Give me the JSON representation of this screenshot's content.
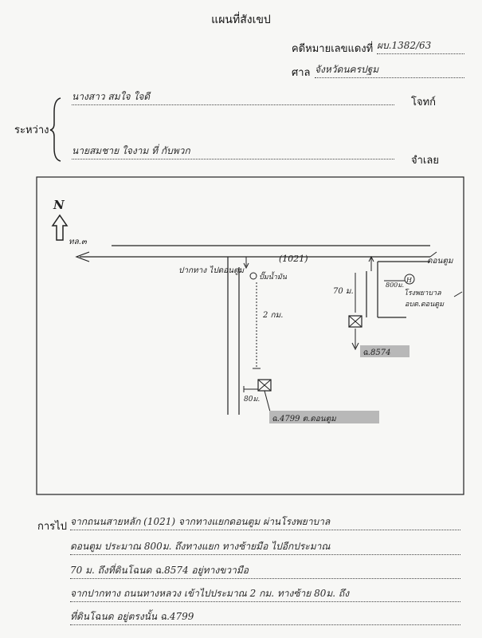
{
  "header": {
    "title": "แผนที่สังเขป",
    "case_label": "คดีหมายเลขแดงที่",
    "case_value": "ผบ.1382/63",
    "court_label": "ศาล",
    "court_value": "จังหวัดนครปฐม"
  },
  "parties": {
    "between_label": "ระหว่าง",
    "plaintiff_value": "นางสาว สมใจ ใจดี",
    "plaintiff_label": "โจทก์",
    "defendant_value": "นายสมชาย ใจงาม ที่ กับพวก",
    "defendant_label": "จำเลย"
  },
  "map": {
    "north": "N",
    "road_sign": "ทล.๓",
    "road_number": "(1021)",
    "left_corner": "ปากทาง ไปดอนตูม",
    "gas_station": "ปั๊มน้ำมัน",
    "dist_2km": "2 กม.",
    "dist_70m": "70 ม.",
    "dist_800m": "800ม.",
    "dist_80m": "80ม.",
    "right_top": "ดอนตูม",
    "hospital": "โรงพยาบาล",
    "office": "อบต.ดอนตูม",
    "plot_a": "ฉ.8574",
    "plot_b": "ฉ.4799 ต.ดอนตูม"
  },
  "directions": {
    "label": "การไป",
    "lines": [
      "จากถนนสายหลัก (1021) จากทางแยกดอนตูม ผ่านโรงพยาบาล",
      "ดอนตูม ประมาณ 800ม. ถึงทางแยก ทางซ้ายมือ ไปอีกประมาณ",
      "70 ม. ถึงที่ดินโฉนด ฉ.8574 อยู่ทางขวามือ",
      "จากปากทาง ถนนทางหลวง เข้าไปประมาณ 2 กม. ทางซ้าย 80ม. ถึง",
      "ที่ดินโฉนด อยู่ตรงนั้น ฉ.4799"
    ]
  }
}
